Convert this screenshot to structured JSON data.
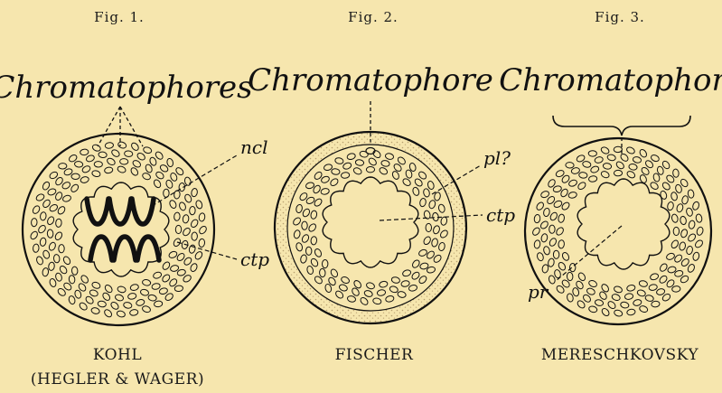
{
  "figures": [
    {
      "fig_label": "Fig. 1.",
      "heading": "Chromatophores",
      "labels": [
        "ncl",
        "ctp"
      ],
      "caption_line1": "KOHL",
      "caption_line2": "(HEGLER & WAGER)"
    },
    {
      "fig_label": "Fig. 2.",
      "heading": "Chromatophore",
      "labels": [
        "pl?",
        "ctp"
      ],
      "caption_line1": "FISCHER"
    },
    {
      "fig_label": "Fig. 3.",
      "heading": "Chromatophore",
      "labels": [
        "pr"
      ],
      "caption_line1": "MERESCHKOVSKY"
    }
  ],
  "colors": {
    "background": "#f6e6ae",
    "ink": "#111111",
    "stipple": "#b8a070"
  }
}
